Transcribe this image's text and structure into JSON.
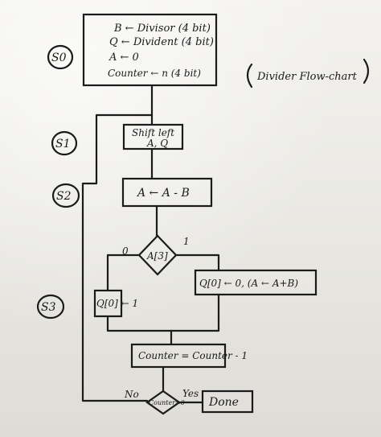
{
  "states": {
    "s0": "S0",
    "s1": "S1",
    "s2": "S2",
    "s3": "S3"
  },
  "init_box": {
    "line1": "B ← Divisor (4 bit)",
    "line2": "Q ← Divident (4 bit)",
    "line3": "A ← 0",
    "line4": "Counter ← n (4 bit)"
  },
  "shift_box": {
    "line1": "Shift left",
    "line2": "A, Q"
  },
  "subtract_box": "A ← A - B",
  "decision_a3": {
    "label": "A[3]",
    "branch_left": "0",
    "branch_right": "1"
  },
  "q0_set_box": "Q[0] ← 1",
  "restore_box": "Q[0] ← 0, (A ← A+B)",
  "counter_box": "Counter = Counter - 1",
  "decision_counter": {
    "label": "Counter=0",
    "branch_no": "No",
    "branch_yes": "Yes"
  },
  "done_box": "Done",
  "title_note": "Divider Flow-chart",
  "colors": {
    "ink": "#1b1b1b",
    "paper": "#e9e8e3"
  }
}
